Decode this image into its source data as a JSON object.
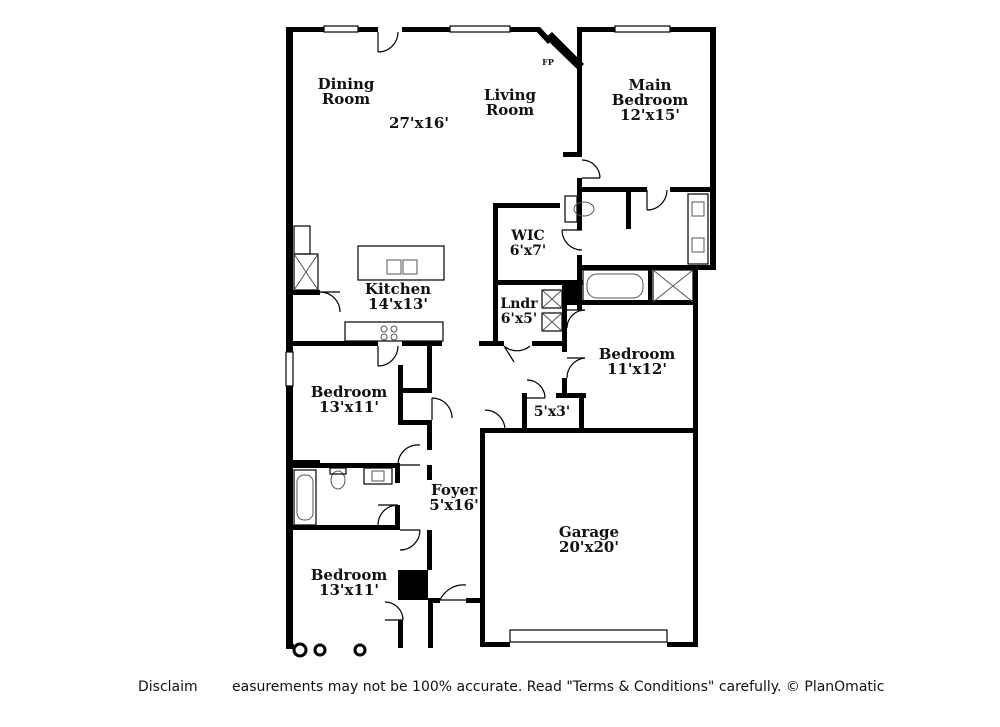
{
  "rooms": {
    "dining": {
      "name_line1": "Dining",
      "name_line2": "Room"
    },
    "living": {
      "name_line1": "Living",
      "name_line2": "Room"
    },
    "great_room_size": "27'x16'",
    "main_bedroom": {
      "name_line1": "Main",
      "name_line2": "Bedroom",
      "size": "12'x15'"
    },
    "fireplace": "FP",
    "wic": {
      "name": "WIC",
      "size": "6'x7'"
    },
    "kitchen": {
      "name": "Kitchen",
      "size": "14'x13'"
    },
    "laundry": {
      "name": "Lndr",
      "size": "6'x5'"
    },
    "bedroom_east": {
      "name": "Bedroom",
      "size": "11'x12'"
    },
    "closet": {
      "size": "5'x3'"
    },
    "bedroom_west_1": {
      "name": "Bedroom",
      "size": "13'x11'"
    },
    "foyer": {
      "name": "Foyer",
      "size": "5'x16'"
    },
    "garage": {
      "name": "Garage",
      "size": "20'x20'"
    },
    "bedroom_west_2": {
      "name": "Bedroom",
      "size": "13'x11'"
    }
  },
  "disclaimer": {
    "prefix": "Disclaim",
    "suffix": "easurements may not be 100% accurate. Read \"Terms & Conditions\" carefully. © PlanOmatic"
  }
}
